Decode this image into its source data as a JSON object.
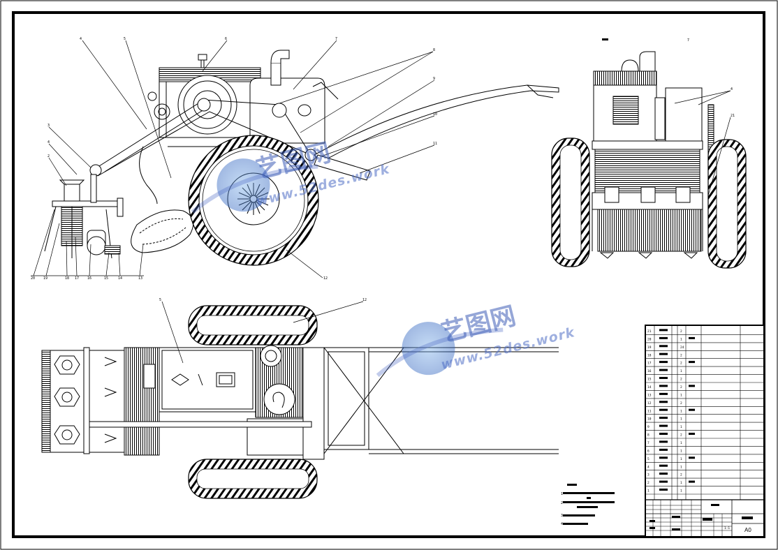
{
  "watermark": {
    "cn": "艺图网",
    "url": "www.52des.work"
  },
  "side_view_callouts": [
    "4",
    "5",
    "6",
    "7",
    "8",
    "9",
    "10",
    "11",
    "3",
    "4",
    "2",
    "20",
    "19",
    "18",
    "17",
    "16",
    "15",
    "14",
    "13",
    "12"
  ],
  "top_view_callouts": [
    "5",
    "12"
  ],
  "front_view_callouts": [
    "7",
    "4",
    "21"
  ],
  "title_block": {
    "paper_size": "A0",
    "row_numbers": [
      "21",
      "20",
      "19",
      "18",
      "17",
      "16",
      "15",
      "14",
      "13",
      "12",
      "11",
      "10",
      "9",
      "8",
      "7",
      "6",
      "5",
      "4",
      "3",
      "2",
      "1"
    ],
    "quantities": [
      "2",
      "1",
      "24",
      "2",
      "2",
      "1",
      "2",
      "2",
      "1",
      "2",
      "1",
      "1",
      "1",
      "2",
      "1",
      "1",
      "1",
      "1",
      "2",
      "1",
      "1"
    ],
    "scale": "1:1"
  },
  "notes": {
    "numbers": [
      "1",
      "2",
      "3",
      "4"
    ]
  }
}
